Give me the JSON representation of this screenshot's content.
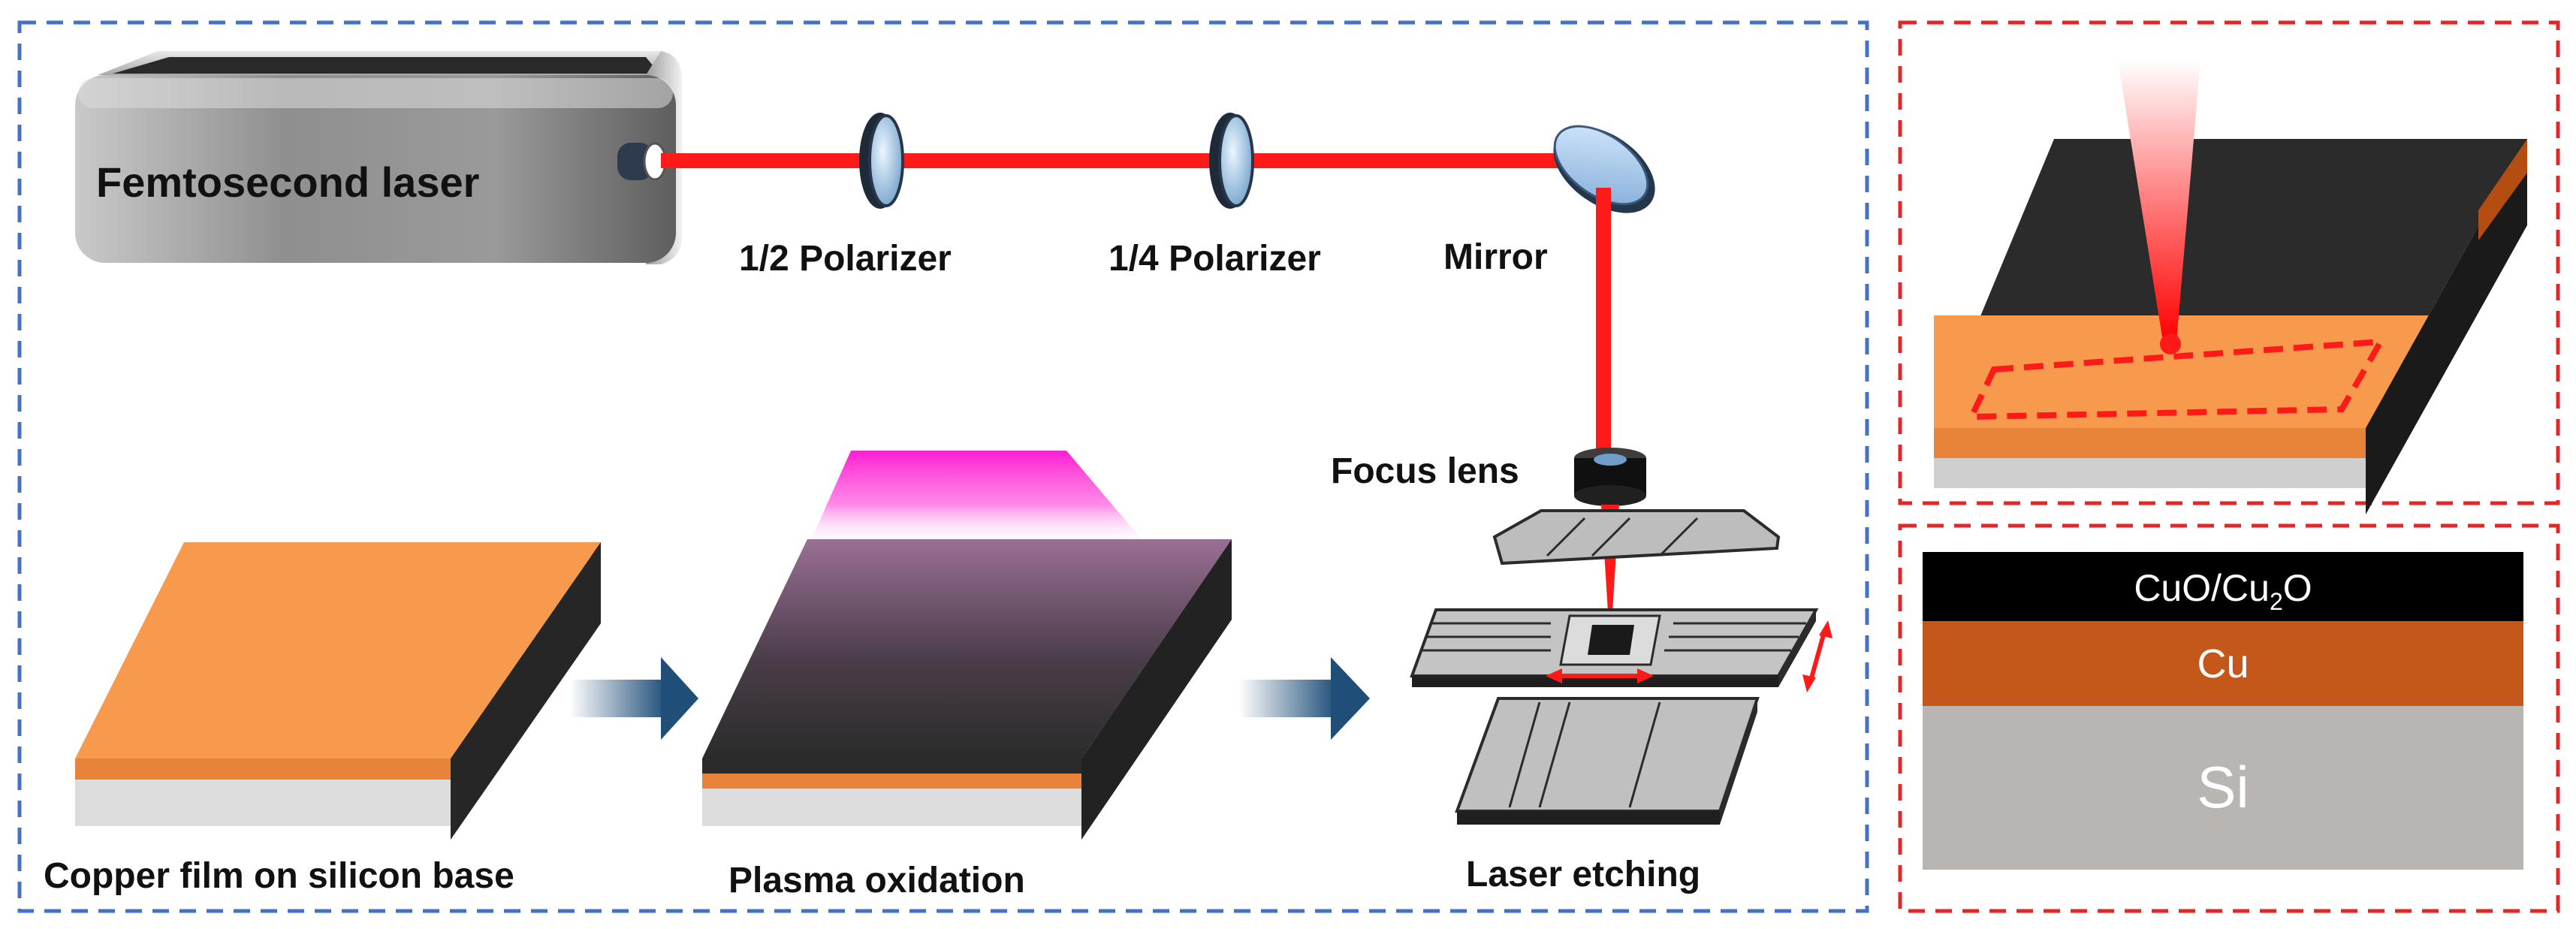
{
  "labels": {
    "laser": "Femtosecond laser",
    "half_polarizer": "1/2 Polarizer",
    "quarter_polarizer": "1/4 Polarizer",
    "mirror": "Mirror",
    "focus_lens": "Focus lens",
    "copper_film": "Copper film on silicon base",
    "plasma": "Plasma oxidation",
    "etching": "Laser etching"
  },
  "layers": {
    "top_main": "CuO/Cu",
    "top_sub": "2",
    "top_tail": "O",
    "middle": "Cu",
    "bottom": "Si"
  },
  "colors": {
    "beam": "#ff1a1a",
    "copper": "#f79a4d",
    "copper_dark": "#c4571a",
    "oxide": "#2b2b2b",
    "silicon": "#b8b5b3",
    "plasma": "#ff1fd2",
    "blue_border": "#4472c4",
    "red_border": "#e32626",
    "arrow": "#1f4e79"
  },
  "icons": [
    "laser-box-icon",
    "polarizer-icon",
    "mirror-icon",
    "focus-lens-icon",
    "process-arrow-icon",
    "xy-stage-icon"
  ]
}
